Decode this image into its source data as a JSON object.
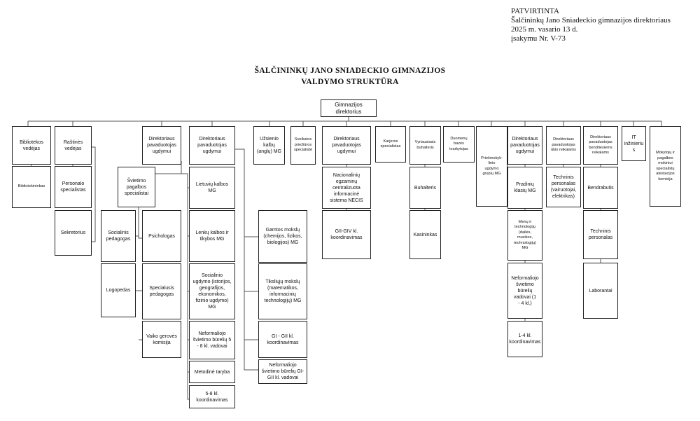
{
  "approval": {
    "line1": "PATVIRTINTA",
    "line2": "Šalčininkų Jano Sniadeckio gimnazijos direktoriaus",
    "line3": "2025 m. vasario 13 d.",
    "line4": "įsakymu Nr. V-73"
  },
  "title": {
    "line1": "ŠALČININKŲ JANO SNIADECKIO GIMNAZIJOS",
    "line2": "VALDYMO STRUKTŪRA"
  },
  "boxes": [
    {
      "id": "director",
      "label": "Gimnazijos\ndirektorius"
    },
    {
      "id": "library-head",
      "label": "Bibliotekos\nvedėjas"
    },
    {
      "id": "office-head",
      "label": "Raštinės\nvedėjas"
    },
    {
      "id": "deputy-education-1",
      "label": "Direktoriaus\npavaduotojas\nugdymui"
    },
    {
      "id": "deputy-education-2",
      "label": "Direktoriaus\npavaduotojas\nugdymui"
    },
    {
      "id": "foreign-languages-mg",
      "label": "Užsienio\nkalbų\n(anglų) MG"
    },
    {
      "id": "health-specialist",
      "label": "Sveikatos\npriežiūros\nspecialistė"
    },
    {
      "id": "deputy-education-3",
      "label": "Direktoriaus\npavaduotojas\nugdymui"
    },
    {
      "id": "career-specialist",
      "label": "Karjeros\nspecialistas"
    },
    {
      "id": "chief-accountant",
      "label": "Vyriausiasis\nbuhalteris"
    },
    {
      "id": "database-admin",
      "label": "Duomenų\nbazės\ntvarkytojas"
    },
    {
      "id": "preschool-mg",
      "label": "Priešmokyk-\nlinio\nugdymo\ngrupių MG"
    },
    {
      "id": "deputy-education-4",
      "label": "Direktoriaus\npavaduotojas\nugdymui"
    },
    {
      "id": "deputy-economic",
      "label": "Direktoriaus\npavaduotojas\nūkio reikalams"
    },
    {
      "id": "deputy-general",
      "label": "Direktoriaus\npavaduotojas\nbendriesiems\nreikalams"
    },
    {
      "id": "it-engineer",
      "label": "IT\ninžinieriu\ns"
    },
    {
      "id": "attestation-commission",
      "label": "Mokytojų ir\npagalbos\nmokiniui\nspecialistų\natestacijos\nkomisija"
    },
    {
      "id": "librarian",
      "label": "Bibliotekininkas"
    },
    {
      "id": "personnel-specialist",
      "label": "Personalo\nspecialistas"
    },
    {
      "id": "secretary",
      "label": "Sekretorius"
    },
    {
      "id": "support-specialists",
      "label": "Švietimo\npagalbos\nspecialistai"
    },
    {
      "id": "lithuanian-mg",
      "label": "Lietuvių kalbos\nMG"
    },
    {
      "id": "social-pedagogue",
      "label": "Socialinis\npedagogas"
    },
    {
      "id": "psychologist",
      "label": "Psichologas"
    },
    {
      "id": "polish-religion-mg",
      "label": "Lenkų kalbos ir\ntikybos MG"
    },
    {
      "id": "natural-sciences-mg",
      "label": "Gamtos mokslų\n(chemijos, fizikos,\nbiologijos) MG"
    },
    {
      "id": "speech-therapist",
      "label": "Logopedas"
    },
    {
      "id": "special-pedagogue",
      "label": "Specialusis\npedagogas"
    },
    {
      "id": "social-education-mg",
      "label": "Socialinio\nugdymo (istorijos,\ngeografijos,\nekonomikos,\nfizinio ugdymo)\nMG"
    },
    {
      "id": "exact-sciences-mg",
      "label": "Tiksliųjų mokslų\n(matematikos,\ninformacinių\ntechnologijų) MG"
    },
    {
      "id": "child-welfare-commission",
      "label": "Vaiko gerovės\nkomisija"
    },
    {
      "id": "nonformal-5-8",
      "label": "Neformaliojo\nšvietimo būrelių 5\n- 8 kl. vadovai"
    },
    {
      "id": "gi-gii-coordination",
      "label": "GI - GII kl.\nkoordinavimas"
    },
    {
      "id": "methodical-council",
      "label": "Metodinė taryba"
    },
    {
      "id": "nonformal-gi-gii",
      "label": "Neformaliojo\nšvietimo būrelių GI-\nGII kl. vadovai"
    },
    {
      "id": "coordination-5-8",
      "label": "5-8 kl.\nkoordinavimas"
    },
    {
      "id": "necis",
      "label": "Nacionalinių\negzaminų\ncentralizuota\ninformacinė\nsistema NECIS"
    },
    {
      "id": "gii-giv-coordination",
      "label": "GII-GIV kl.\nkoordinavimas"
    },
    {
      "id": "accountant",
      "label": "Buhalteris"
    },
    {
      "id": "cashier",
      "label": "Kasininkas"
    },
    {
      "id": "primary-mg",
      "label": "Pradinių\nklasių MG"
    },
    {
      "id": "arts-technology-mg",
      "label": "Menų ir\ntechnologijų\n(dailės,\nmuzikos,\ntechnologijų)\nMG"
    },
    {
      "id": "nonformal-1-4",
      "label": "Neformaliojo\nšvietimo\nbūrelių\nvadovai     (1\n- 4 kl.)"
    },
    {
      "id": "coordination-1-4",
      "label": "1-4 kl.\nkoordinavimas"
    },
    {
      "id": "technical-staff-1",
      "label": "Techninis\npersonalas\n(vairuotojai,\nelektrikas)"
    },
    {
      "id": "dormitory",
      "label": "Bendrabutis"
    },
    {
      "id": "technical-staff-2",
      "label": "Techninis\npersonalas"
    },
    {
      "id": "laboratory-assistants",
      "label": "Laborantai"
    }
  ]
}
